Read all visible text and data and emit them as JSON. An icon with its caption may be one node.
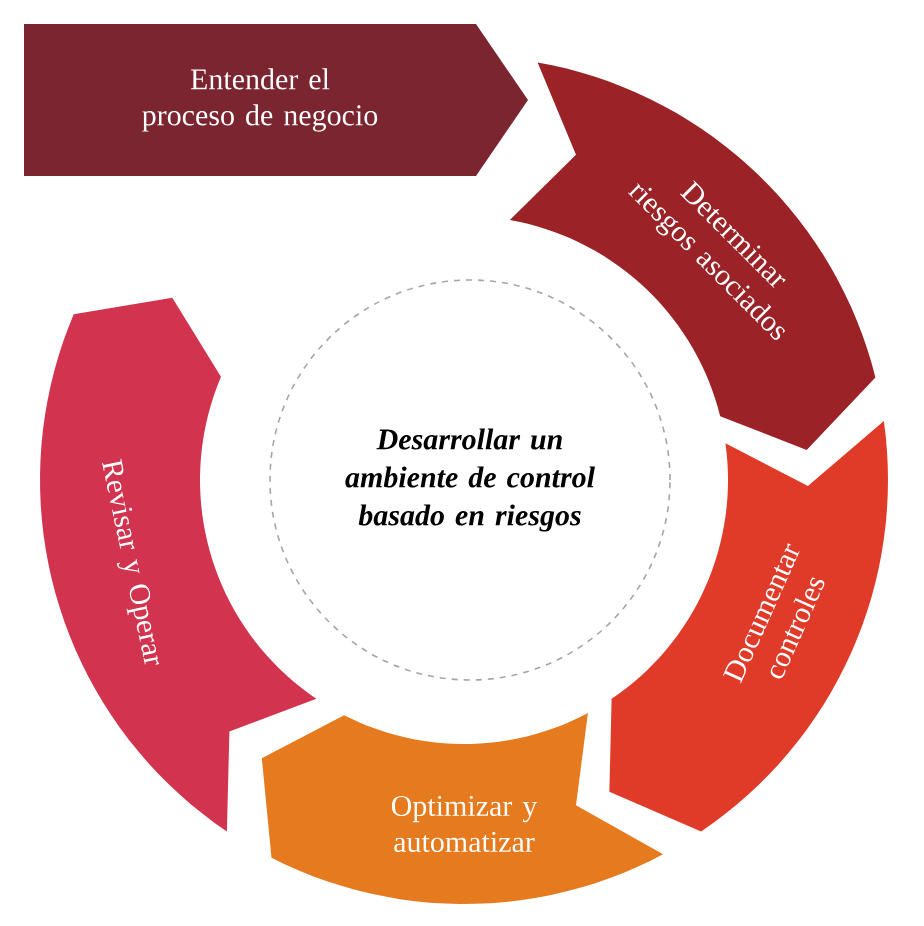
{
  "diagram": {
    "nodes": [
      {
        "text": [
          "Entender el proceso de negocio"
        ]
      },
      {
        "text": [
          "Determinar riesgos asociados"
        ]
      },
      {
        "text": [
          "Documentar controles"
        ]
      },
      {
        "text": [
          "Optimizar y automatizar"
        ]
      },
      {
        "text": [
          "Revisar y Operar"
        ]
      },
      {
        "text": [
          "Desarrollar un ambiente de control basado en riesgos"
        ]
      }
    ]
  }
}
